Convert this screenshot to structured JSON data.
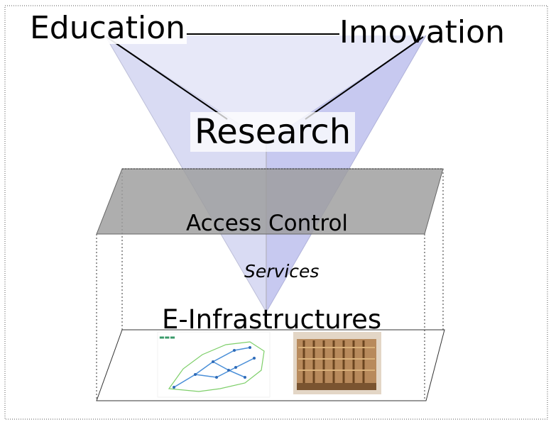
{
  "diagram": {
    "nodes": {
      "education": "Education",
      "innovation": "Innovation",
      "research": "Research"
    },
    "layers": {
      "access_control": "Access Control",
      "services": "Services",
      "e_infrastructures": "E-Infrastructures"
    },
    "images": {
      "network_map": "network-map-image",
      "analytical_engine": "analytical-engine-photo"
    },
    "colors": {
      "pyramid_face_left": "#d6d8f2",
      "pyramid_face_right": "#c2c4ef",
      "access_plane": "#a8a8a8",
      "outline": "#000000"
    }
  }
}
